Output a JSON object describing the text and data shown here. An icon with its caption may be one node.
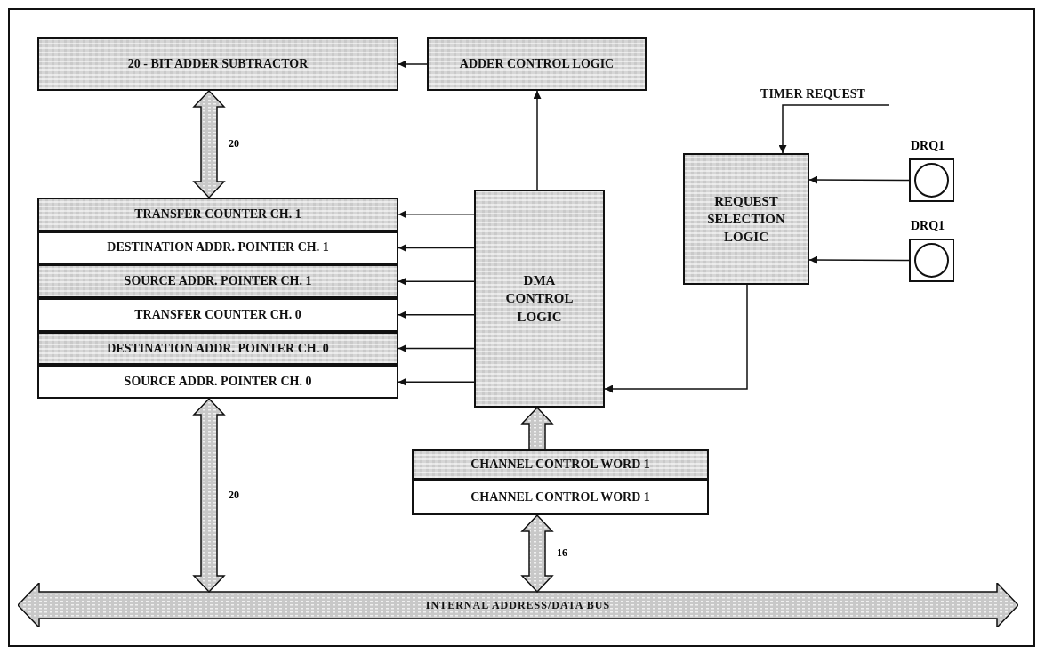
{
  "diagram": {
    "nodes": [
      {
        "text": [
          "20 - BIT ADDER SUBTRACTOR"
        ]
      },
      {
        "text": [
          "ADDER CONTROL LOGIC"
        ]
      },
      {
        "text": [
          "TIMER REQUEST"
        ]
      },
      {
        "text": [],
        "shape": "circle",
        "beside": [
          "DRQ1"
        ]
      },
      {
        "text": [],
        "shape": "circle",
        "beside": [
          "DRQ1"
        ]
      },
      {
        "text": [
          "REQUEST SELECTION LOGIC"
        ]
      },
      {
        "text": [
          "TRANSFER COUNTER CH. 1"
        ]
      },
      {
        "text": [
          "DESTINATION ADDR. POINTER CH. 1"
        ]
      },
      {
        "text": [
          "SOURCE ADDR. POINTER CH. 1"
        ]
      },
      {
        "text": [
          "TRANSFER COUNTER CH. 0"
        ]
      },
      {
        "text": [
          "DESTINATION ADDR. POINTER CH. 0"
        ]
      },
      {
        "text": [
          "SOURCE ADDR. POINTER CH. 0"
        ]
      },
      {
        "text": [
          "DMA CONTROL LOGIC"
        ]
      },
      {
        "text": [
          "CHANNEL CONTROL WORD 1"
        ]
      },
      {
        "text": [
          "CHANNEL CONTROL WORD 1"
        ]
      },
      {
        "text": [
          "INTERNAL ADDRESS/DATA BUS"
        ]
      }
    ],
    "edges": [
      {
        "from": 0,
        "to": 6,
        "arrow": "both",
        "style": "thick",
        "label": "20"
      },
      {
        "from": 1,
        "to": 0,
        "arrow": "to"
      },
      {
        "from": 12,
        "to": 1,
        "arrow": "to"
      },
      {
        "from": 2,
        "to": 5,
        "arrow": "to"
      },
      {
        "from": 3,
        "to": 5,
        "arrow": "to"
      },
      {
        "from": 4,
        "to": 5,
        "arrow": "to"
      },
      {
        "from": 5,
        "to": 12,
        "arrow": "to"
      },
      {
        "from": 12,
        "to": 6,
        "arrow": "to"
      },
      {
        "from": 12,
        "to": 7,
        "arrow": "to"
      },
      {
        "from": 12,
        "to": 8,
        "arrow": "to"
      },
      {
        "from": 12,
        "to": 9,
        "arrow": "to"
      },
      {
        "from": 12,
        "to": 10,
        "arrow": "to"
      },
      {
        "from": 12,
        "to": 11,
        "arrow": "to"
      },
      {
        "from": 13,
        "to": 12,
        "arrow": "to",
        "style": "thick"
      },
      {
        "from": 15,
        "to": 11,
        "arrow": "both",
        "style": "thick",
        "label": "20"
      },
      {
        "from": 15,
        "to": 14,
        "arrow": "both",
        "style": "thick",
        "label": "16"
      }
    ]
  }
}
